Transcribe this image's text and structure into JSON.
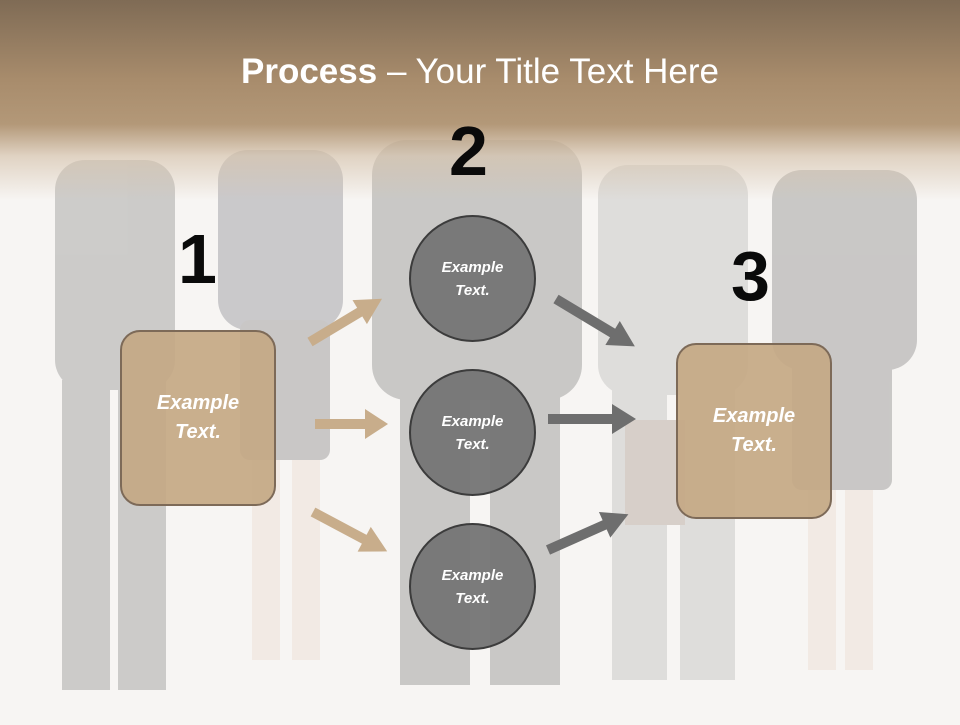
{
  "slide": {
    "title_bold": "Process",
    "title_rest": " – Your Title Text Here"
  },
  "steps": {
    "step1_number": "1",
    "step2_number": "2",
    "step3_number": "3"
  },
  "left_box": {
    "label": "Example Text."
  },
  "circles": [
    {
      "label": "Example Text."
    },
    {
      "label": "Example Text."
    },
    {
      "label": "Example Text."
    }
  ],
  "right_box": {
    "label": "Example Text."
  },
  "colors": {
    "header": "#a88c6c",
    "box_fill": "#c4a884",
    "circle_fill": "#767676",
    "tan_arrow": "#c8ad8b",
    "gray_arrow": "#6e6e6e"
  }
}
